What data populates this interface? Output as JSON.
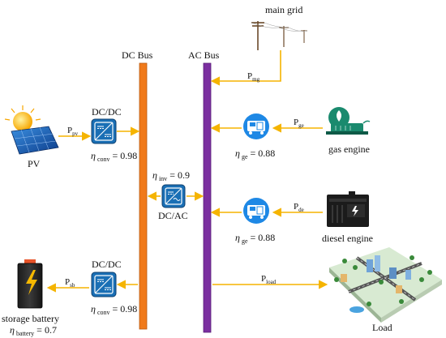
{
  "labels": {
    "main_grid": "main grid",
    "dc_bus": "DC Bus",
    "ac_bus": "AC Bus",
    "dcdc_top": "DC/DC",
    "dcdc_bottom": "DC/DC",
    "dcac": "DC/AC",
    "pv": "PV",
    "gas_engine": "gas engine",
    "diesel_engine": "diesel engine",
    "storage_battery": "storage battery",
    "load": "Load"
  },
  "flows": {
    "p_pv": {
      "main": "P",
      "sub": "pv"
    },
    "p_mg": {
      "main": "P",
      "sub": "mg"
    },
    "p_ge": {
      "main": "P",
      "sub": "ge"
    },
    "p_de": {
      "main": "P",
      "sub": "de"
    },
    "p_sb": {
      "main": "P",
      "sub": "sb"
    },
    "p_load": {
      "main": "P",
      "sub": "load"
    }
  },
  "efficiencies": {
    "conv_top": {
      "symbol": "η",
      "sub": "conv",
      "value": " = 0.98"
    },
    "conv_bottom": {
      "symbol": "η",
      "sub": "conv",
      "value": " = 0.98"
    },
    "inv": {
      "symbol": "η",
      "sub": "inv",
      "value": " = 0.9"
    },
    "ge_top": {
      "symbol": "η",
      "sub": "ge",
      "value": " = 0.88"
    },
    "ge_bottom": {
      "symbol": "η",
      "sub": "ge",
      "value": " = 0.88"
    },
    "battery": {
      "symbol": "η",
      "sub": "battery",
      "value": " = 0.7"
    }
  },
  "colors": {
    "dc_bus": "#f07a1a",
    "ac_bus": "#7b2fa0",
    "arrow": "#f5b400",
    "converter": "#1a6fb5",
    "generator": "#1e88e5"
  }
}
